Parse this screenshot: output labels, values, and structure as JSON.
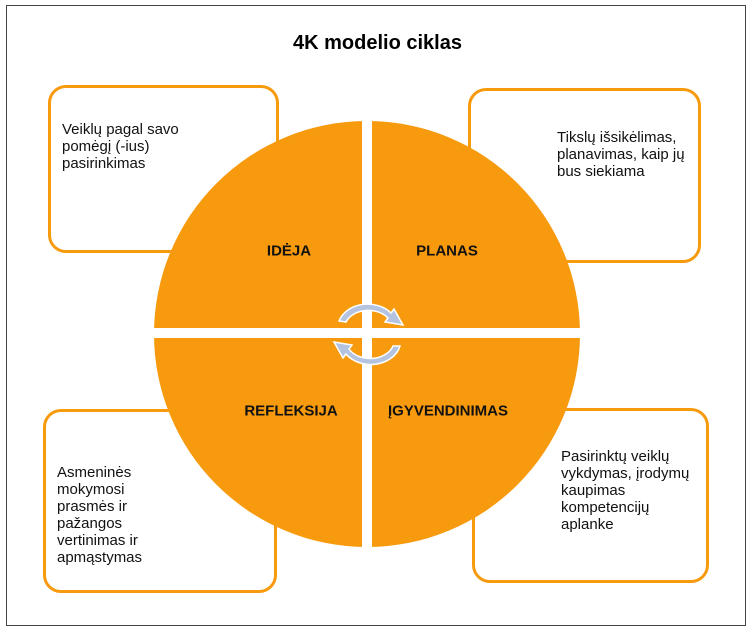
{
  "title": "4K modelio ciklas",
  "quadrants": [
    {
      "label": "IDĖJA",
      "description": "Veiklų pagal savo pomėgį (-ius) pasirinkimas"
    },
    {
      "label": "PLANAS",
      "description": "Tikslų išsikėlimas, planavimas, kaip jų bus siekiama"
    },
    {
      "label": "REFLEKSIJA",
      "description": "Asmeninės mokymosi prasmės ir pažangos vertinimas ir apmąstymas"
    },
    {
      "label": "ĮGYVENDINIMAS",
      "description": "Pasirinktų veiklų vykdymas, įrodymų kaupimas kompetencijų aplanke"
    }
  ],
  "colors": {
    "accent": "#f79a0e",
    "arrows": "#b4c3e0"
  }
}
